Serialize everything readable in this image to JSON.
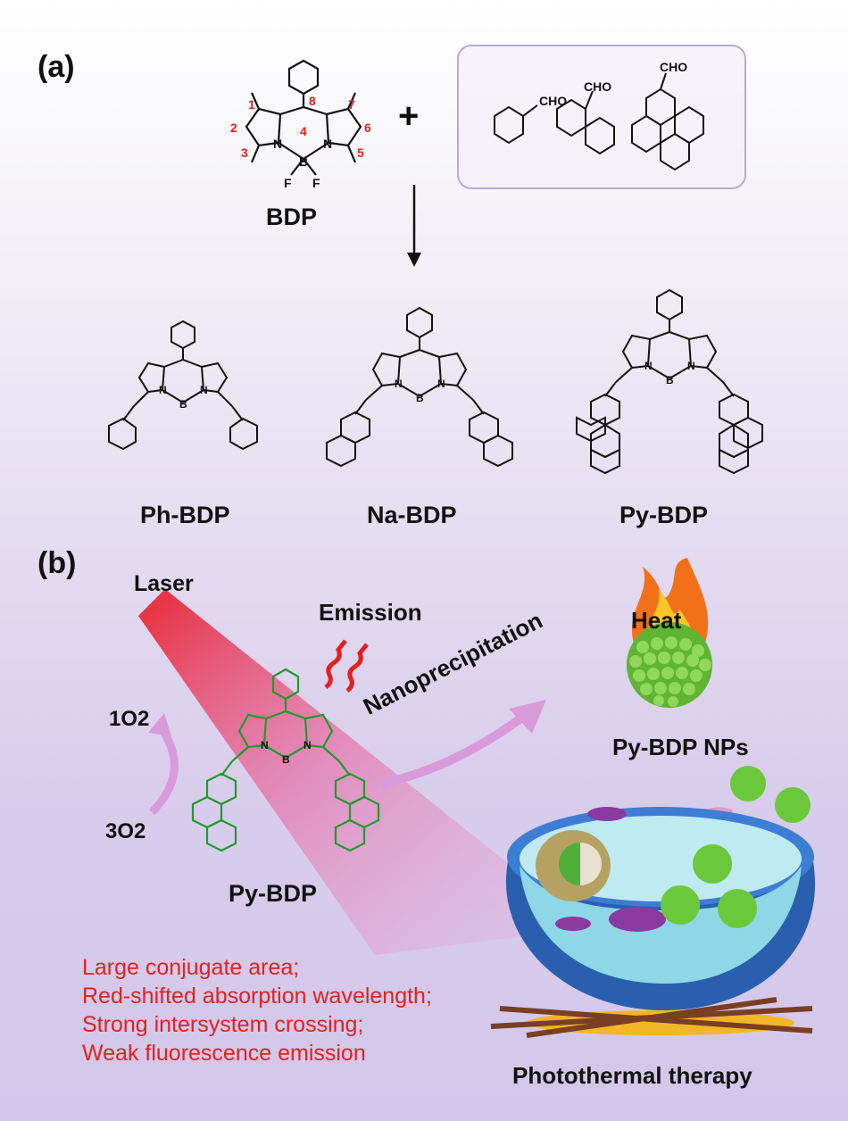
{
  "panel_a": {
    "label": "(a)",
    "bdp_label": "BDP",
    "plus": "+",
    "position_numbers": [
      "1",
      "2",
      "3",
      "4",
      "5",
      "6",
      "7",
      "8"
    ],
    "aldehyde": "CHO",
    "atoms": {
      "n": "N",
      "b": "B",
      "f": "F"
    },
    "products": [
      "Ph-BDP",
      "Na-BDP",
      "Py-BDP"
    ]
  },
  "panel_b": {
    "label": "(b)",
    "laser": "Laser",
    "emission": "Emission",
    "singlet_o2": "1O2",
    "triplet_o2": "3O2",
    "nanoprecipitation": "Nanoprecipitation",
    "heat": "Heat",
    "nps_label": "Py-BDP NPs",
    "molecule_label": "Py-BDP",
    "therapy_label": "Photothermal therapy",
    "features": [
      "Large conjugate area;",
      "Red-shifted absorption wavelength;",
      "Strong intersystem crossing;",
      "Weak fluorescence emission"
    ]
  },
  "colors": {
    "accent_red": "#e3201b",
    "molecule_green": "#1f9b2a",
    "np_green": "#6cc83b",
    "laser_red": "#e8202a",
    "arrow_pink": "#d99ad9"
  }
}
